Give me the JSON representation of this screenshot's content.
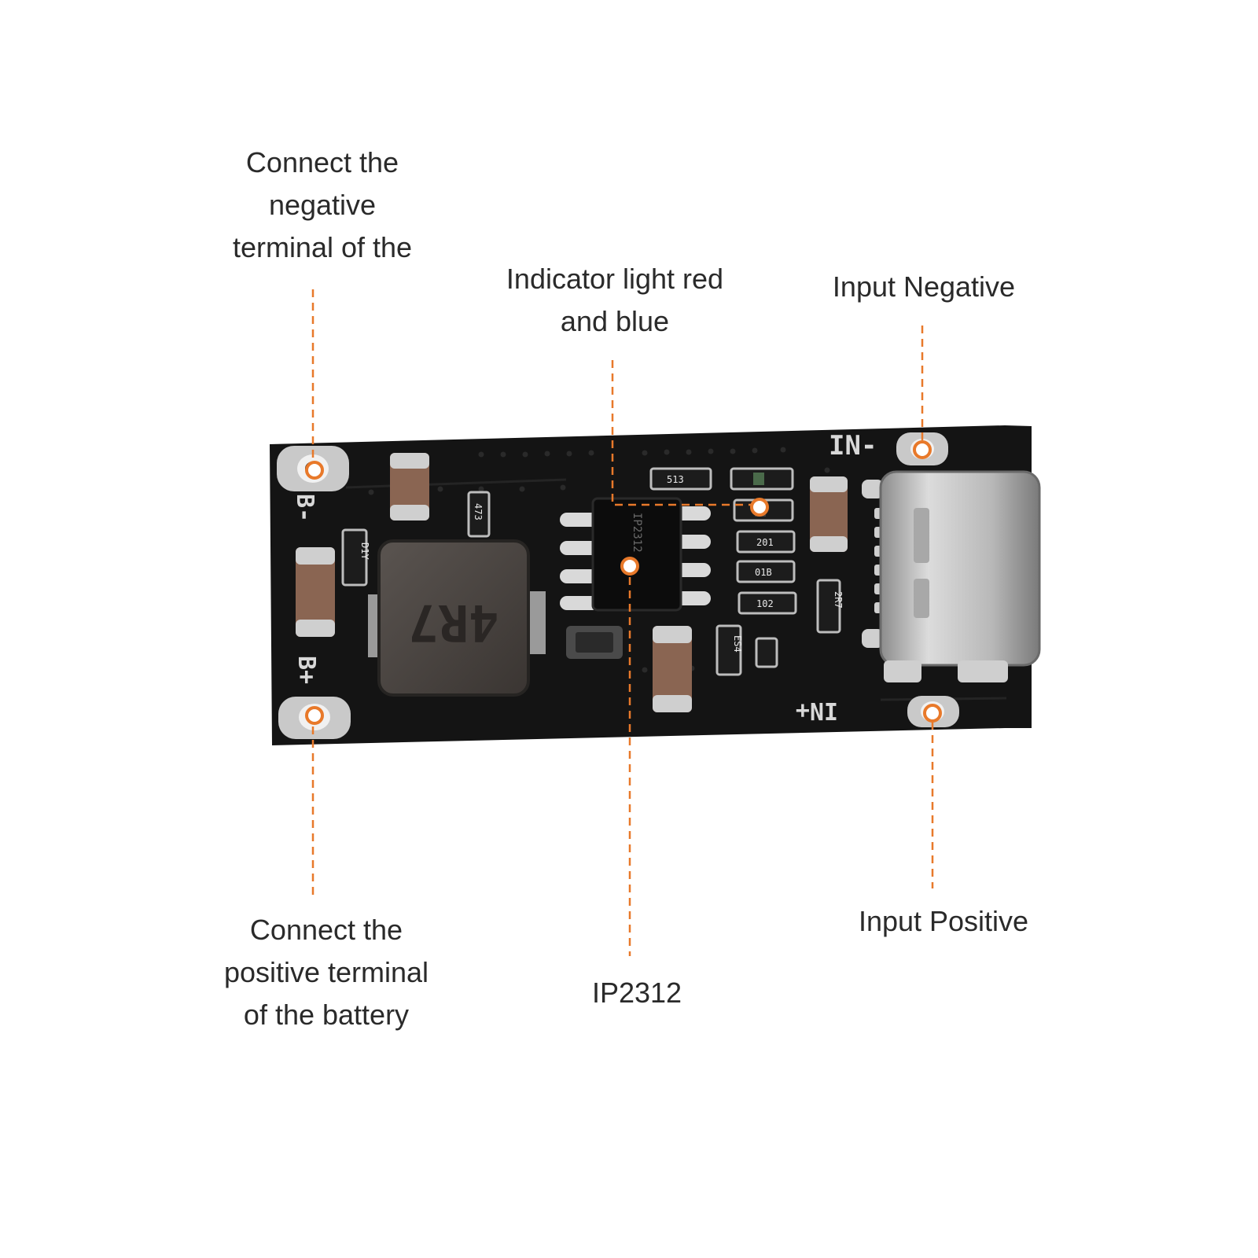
{
  "labels": {
    "battery_negative": [
      "Connect the",
      "negative",
      "terminal of the"
    ],
    "indicator": [
      "Indicator light red",
      "and blue"
    ],
    "input_negative": [
      "Input Negative"
    ],
    "battery_positive": [
      "Connect the",
      "positive terminal",
      "of the battery"
    ],
    "chip": [
      "IP2312"
    ],
    "input_positive": [
      "Input Positive"
    ]
  },
  "silkscreen": {
    "b_minus": "B-",
    "b_plus": "B+",
    "in_minus": "IN-",
    "in_plus": "IN+",
    "inductor_marking": "4R7",
    "chip_marking": "IP2312",
    "resistor_473": "473",
    "resistor_513": "513",
    "resistor_201": "201",
    "resistor_01b": "01B",
    "resistor_102": "102",
    "resistor_2r7": "2R7",
    "diode_d1": "D1Y",
    "diode_es": "ES4"
  },
  "colors": {
    "callout": "#e8792a",
    "board": "#141414",
    "text": "#2a2a2a"
  }
}
